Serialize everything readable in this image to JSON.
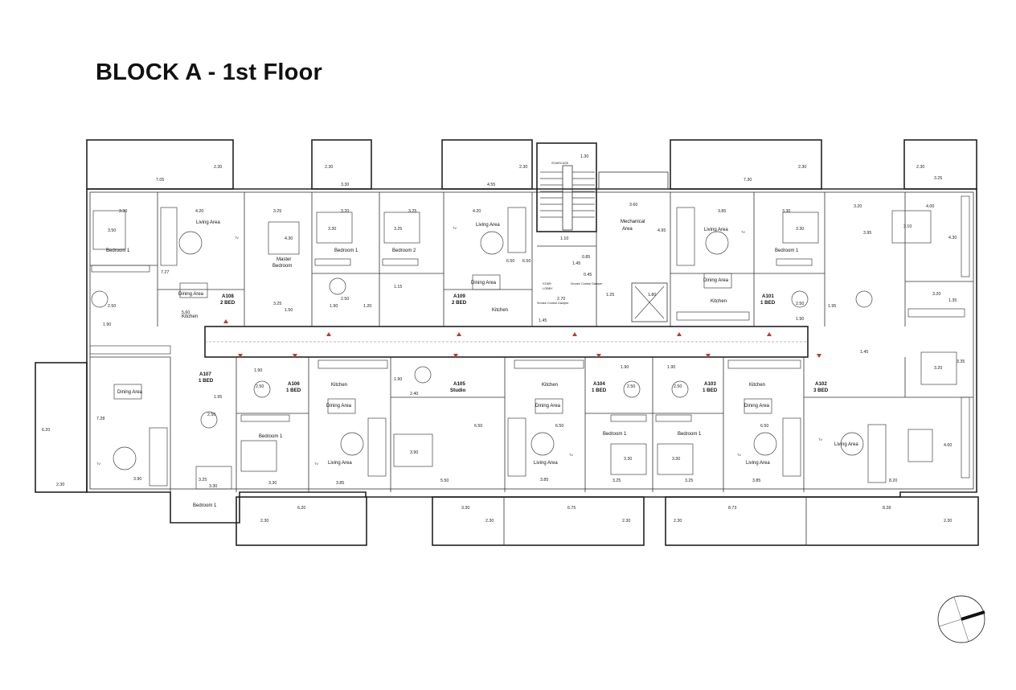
{
  "title": "BLOCK A - 1st Floor",
  "units": [
    {
      "id": "A108",
      "type": "2 BED"
    },
    {
      "id": "A109",
      "type": "2 BED"
    },
    {
      "id": "A101",
      "type": "1 BED"
    },
    {
      "id": "A107",
      "type": "1 BED"
    },
    {
      "id": "A106",
      "type": "1 BED"
    },
    {
      "id": "A105",
      "type": "Studio"
    },
    {
      "id": "A104",
      "type": "1 BED"
    },
    {
      "id": "A103",
      "type": "1 BED"
    },
    {
      "id": "A102",
      "type": "3 BED"
    }
  ],
  "rooms": {
    "living_area": "Living Area",
    "dining_area": "Dining Area",
    "kitchen": "Kitchen",
    "bedroom_1": "Bedroom 1",
    "bedroom_2": "Bedroom 2",
    "master_1": "Master",
    "master_2": "Bedroom",
    "mechanical_1": "Mechanical",
    "mechanical_2": "Area",
    "staircase": "STAIRCASE",
    "stair_1": "STAIR",
    "stair_2": "LOBBY",
    "tv": "TV",
    "riser": "Smoke Control Damper"
  },
  "dims": {
    "d230": "2.30",
    "d705": "7.05",
    "d330": "3.30",
    "d455": "4.55",
    "d130": "1.30",
    "d730": "7.30",
    "d325": "3.25",
    "d420": "4.20",
    "d320": "3.20",
    "d360": "3.60",
    "d385": "3.85",
    "d400": "4.00",
    "d350": "3.50",
    "d727": "7.27",
    "d430": "4.30",
    "d110": "1.10",
    "d495": "4.95",
    "d310": "3.10",
    "d085": "0.85",
    "d145": "1.45",
    "d650": "6.50",
    "d045": "0.45",
    "d560": "5.60",
    "d250": "2.50",
    "d115": "1.15",
    "d270": "2.70",
    "d195": "1.95",
    "d150": "1.50",
    "d190": "1.90",
    "d120": "1.20",
    "d125": "1.25",
    "d180": "1.80",
    "d135": "1.35",
    "d395": "3.95",
    "d728": "7.28",
    "d620": "6.20",
    "d390": "3.90",
    "d550": "5.50",
    "d675": "6.75",
    "d873": "8.73",
    "d828": "8.28",
    "d820": "8.20",
    "d460": "4.60",
    "d240": "2.40",
    "d335": "3.35"
  }
}
